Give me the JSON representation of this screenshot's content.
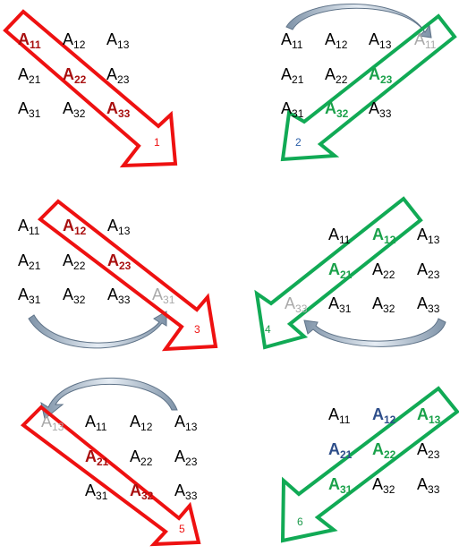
{
  "colors": {
    "red": "#ee1111",
    "green": "#11aa55",
    "text": "#000000",
    "dark_red": "#a80f0f",
    "green_text": "#1aa14a",
    "gray_text": "#a9a9a9",
    "blue_text": "#2e4e8a",
    "num_red": "#ee1111",
    "num_green": "#1a9a4a",
    "num_blue": "#2a5ea8",
    "curve_arrow": "#a8b8c8"
  },
  "panels": [
    {
      "id": "p1",
      "number": "1",
      "number_color": "red",
      "arrow_color": "red",
      "elements": [
        {
          "text": "A",
          "sub": "11",
          "style": "dark_red",
          "bold": true
        },
        {
          "text": "A",
          "sub": "12",
          "style": "text"
        },
        {
          "text": "A",
          "sub": "13",
          "style": "text"
        },
        {
          "text": "A",
          "sub": "21",
          "style": "text"
        },
        {
          "text": "A",
          "sub": "22",
          "style": "dark_red",
          "bold": true
        },
        {
          "text": "A",
          "sub": "23",
          "style": "text"
        },
        {
          "text": "A",
          "sub": "31",
          "style": "text"
        },
        {
          "text": "A",
          "sub": "32",
          "style": "text"
        },
        {
          "text": "A",
          "sub": "33",
          "style": "dark_red",
          "bold": true
        }
      ]
    },
    {
      "id": "p2",
      "number": "2",
      "number_color": "blue",
      "arrow_color": "green",
      "elements": [
        {
          "text": "A",
          "sub": "11",
          "style": "text"
        },
        {
          "text": "A",
          "sub": "12",
          "style": "text"
        },
        {
          "text": "A",
          "sub": "13",
          "style": "text"
        },
        {
          "text": "A",
          "sub": "11",
          "style": "gray_text"
        },
        {
          "text": "A",
          "sub": "21",
          "style": "text"
        },
        {
          "text": "A",
          "sub": "22",
          "style": "text"
        },
        {
          "text": "A",
          "sub": "23",
          "style": "green_text",
          "bold": true
        },
        {
          "text": "A",
          "sub": "31",
          "style": "text"
        },
        {
          "text": "A",
          "sub": "32",
          "style": "green_text",
          "bold": true
        },
        {
          "text": "A",
          "sub": "33",
          "style": "text"
        }
      ]
    },
    {
      "id": "p3",
      "number": "3",
      "number_color": "red",
      "arrow_color": "red",
      "elements": [
        {
          "text": "A",
          "sub": "11",
          "style": "text"
        },
        {
          "text": "A",
          "sub": "12",
          "style": "dark_red",
          "bold": true
        },
        {
          "text": "A",
          "sub": "13",
          "style": "text"
        },
        {
          "text": "A",
          "sub": "21",
          "style": "text"
        },
        {
          "text": "A",
          "sub": "22",
          "style": "text"
        },
        {
          "text": "A",
          "sub": "23",
          "style": "dark_red",
          "bold": true
        },
        {
          "text": "A",
          "sub": "31",
          "style": "text"
        },
        {
          "text": "A",
          "sub": "32",
          "style": "text"
        },
        {
          "text": "A",
          "sub": "33",
          "style": "text"
        },
        {
          "text": "A",
          "sub": "31",
          "style": "gray_text"
        }
      ]
    },
    {
      "id": "p4",
      "number": "4",
      "number_color": "green",
      "arrow_color": "green",
      "elements": [
        {
          "text": "A",
          "sub": "11",
          "style": "text"
        },
        {
          "text": "A",
          "sub": "12",
          "style": "green_text",
          "bold": true
        },
        {
          "text": "A",
          "sub": "13",
          "style": "text"
        },
        {
          "text": "A",
          "sub": "21",
          "style": "green_text",
          "bold": true
        },
        {
          "text": "A",
          "sub": "22",
          "style": "text"
        },
        {
          "text": "A",
          "sub": "23",
          "style": "text"
        },
        {
          "text": "A",
          "sub": "33",
          "style": "gray_text"
        },
        {
          "text": "A",
          "sub": "31",
          "style": "text"
        },
        {
          "text": "A",
          "sub": "32",
          "style": "text"
        },
        {
          "text": "A",
          "sub": "33",
          "style": "text"
        }
      ]
    },
    {
      "id": "p5",
      "number": "5",
      "number_color": "red",
      "arrow_color": "red",
      "elements": [
        {
          "text": "A",
          "sub": "13",
          "style": "gray_text"
        },
        {
          "text": "A",
          "sub": "11",
          "style": "text"
        },
        {
          "text": "A",
          "sub": "12",
          "style": "text"
        },
        {
          "text": "A",
          "sub": "13",
          "style": "text"
        },
        {
          "text": "A",
          "sub": "21",
          "style": "dark_red",
          "bold": true
        },
        {
          "text": "A",
          "sub": "22",
          "style": "text"
        },
        {
          "text": "A",
          "sub": "23",
          "style": "text"
        },
        {
          "text": "A",
          "sub": "31",
          "style": "text"
        },
        {
          "text": "A",
          "sub": "32",
          "style": "dark_red",
          "bold": true
        },
        {
          "text": "A",
          "sub": "33",
          "style": "text"
        }
      ]
    },
    {
      "id": "p6",
      "number": "6",
      "number_color": "green",
      "arrow_color": "green",
      "elements": [
        {
          "text": "A",
          "sub": "11",
          "style": "text"
        },
        {
          "text": "A",
          "sub": "12",
          "style": "blue_text",
          "bold": true
        },
        {
          "text": "A",
          "sub": "13",
          "style": "green_text",
          "bold": true
        },
        {
          "text": "A",
          "sub": "21",
          "style": "blue_text",
          "bold": true
        },
        {
          "text": "A",
          "sub": "22",
          "style": "green_text",
          "bold": true
        },
        {
          "text": "A",
          "sub": "23",
          "style": "text"
        },
        {
          "text": "A",
          "sub": "31",
          "style": "green_text",
          "bold": true
        },
        {
          "text": "A",
          "sub": "32",
          "style": "text"
        },
        {
          "text": "A",
          "sub": "33",
          "style": "text"
        }
      ]
    }
  ]
}
